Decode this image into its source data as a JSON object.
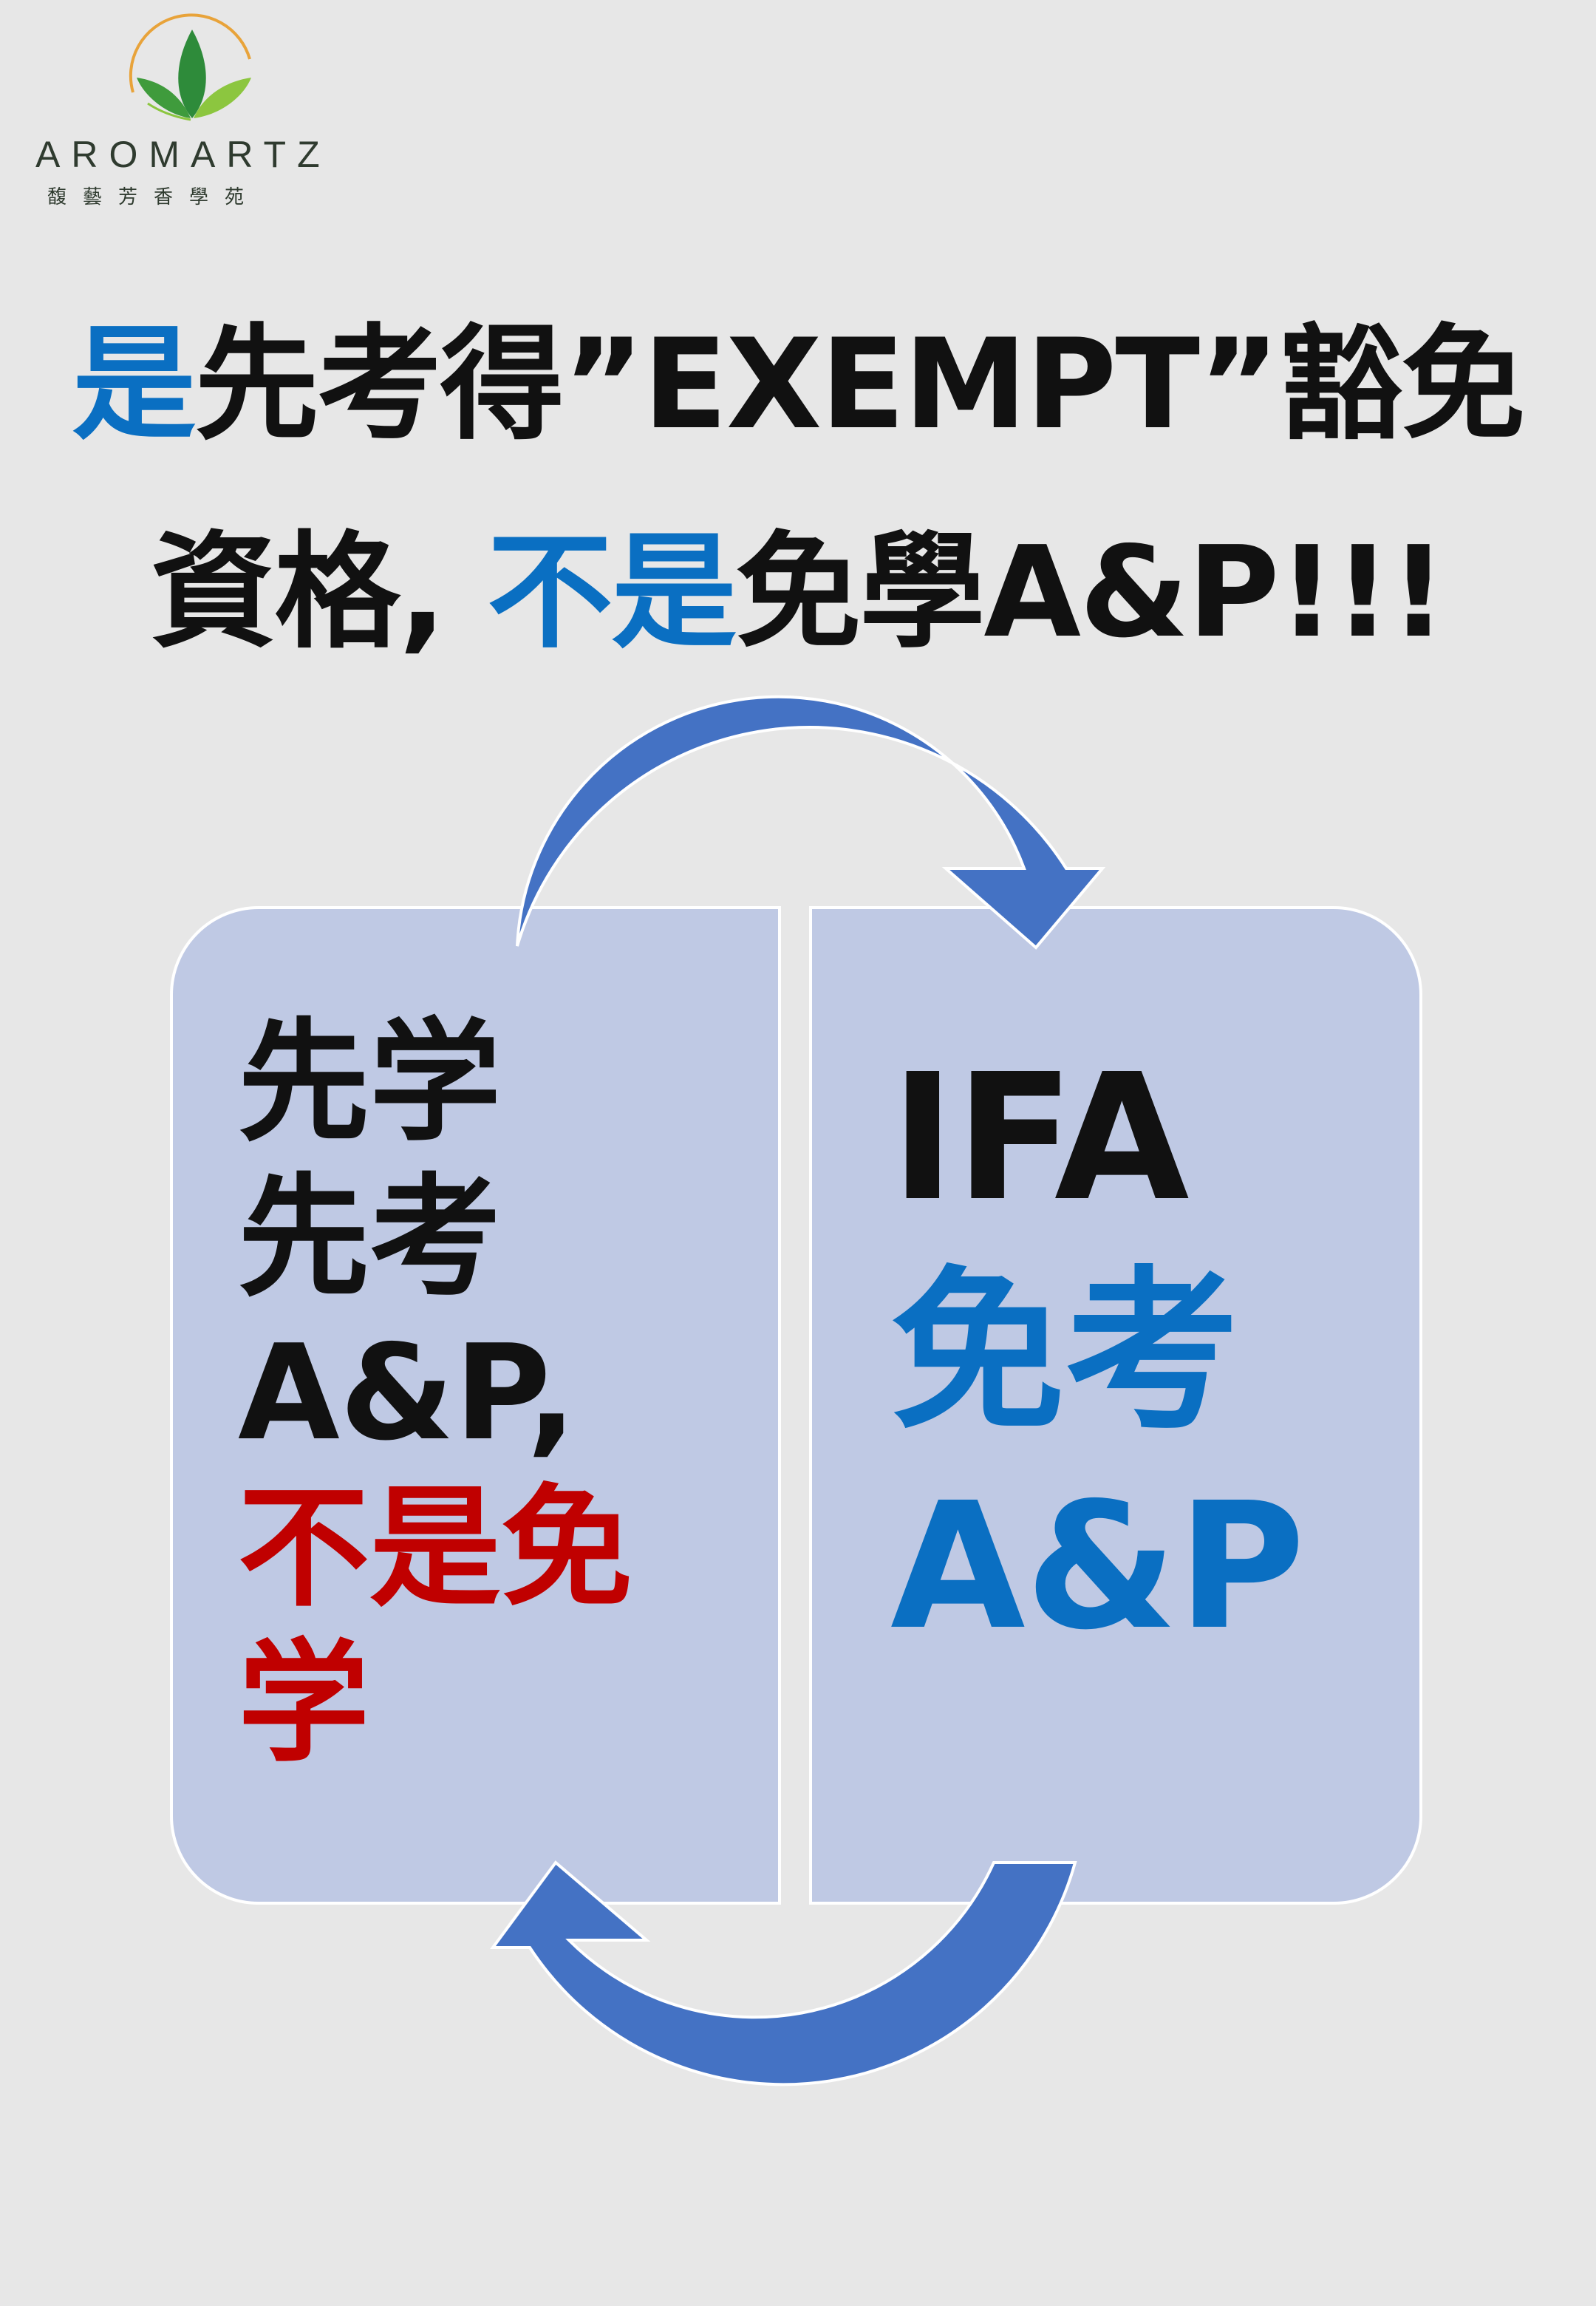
{
  "logo": {
    "brand": "AROMARTZ",
    "brand_chinese": "馥藝芳香學苑",
    "colors": {
      "leaf_dark": "#2e8b3a",
      "leaf_light": "#8cc63f",
      "arc": "#e8a33a"
    }
  },
  "headline": {
    "line1": {
      "highlight": "是",
      "rest": "先考得”EXEMPT”豁免"
    },
    "line2": {
      "prefix": "資格, ",
      "highlight": "不是",
      "suffix": "免學A&P!!!"
    }
  },
  "left_box": {
    "lines": [
      "先学",
      "先考",
      "A&P,"
    ],
    "red_lines": [
      "不是免",
      "学"
    ]
  },
  "right_box": {
    "title": "IFA",
    "blue_lines": [
      "免考",
      "A&P"
    ]
  },
  "colors": {
    "background": "#e7e7e7",
    "box_fill": "#bfc9e4",
    "arrow": "#4472c4",
    "blue_text": "#0a6fc2",
    "red_text": "#c00000"
  }
}
